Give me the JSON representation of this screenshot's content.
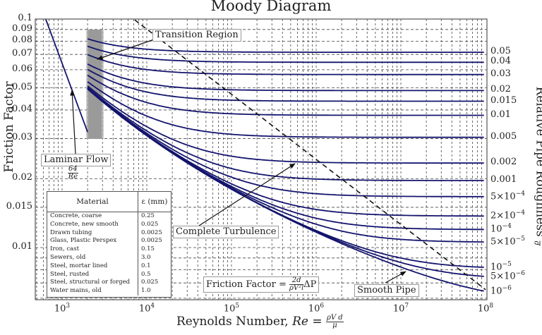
{
  "title": "Moody Diagram",
  "axes": {
    "xlabel_prefix": "Reynolds Number, ",
    "xlabel_re": "Re",
    "xlabel_eq": " = ",
    "xlabel_frac_num": "ρV d",
    "xlabel_frac_den": "μ",
    "ylabel": "Friction Factor",
    "y2label": "Relative Pipe Roughness",
    "y2label_frac_num": "ε",
    "y2label_frac_den": "d"
  },
  "yticks": [
    {
      "label": "0.1",
      "value": 0.1
    },
    {
      "label": "0.09",
      "value": 0.09
    },
    {
      "label": "0.08",
      "value": 0.08
    },
    {
      "label": "0.07",
      "value": 0.07
    },
    {
      "label": "0.06",
      "value": 0.06
    },
    {
      "label": "0.05",
      "value": 0.05
    },
    {
      "label": "0.04",
      "value": 0.04
    },
    {
      "label": "0.03",
      "value": 0.03
    },
    {
      "label": "0.02",
      "value": 0.02
    },
    {
      "label": "0.015",
      "value": 0.015
    },
    {
      "label": "0.01",
      "value": 0.01
    }
  ],
  "xticks": [
    {
      "base": "10",
      "exp": "3",
      "value": 1000
    },
    {
      "base": "10",
      "exp": "4",
      "value": 10000
    },
    {
      "base": "10",
      "exp": "5",
      "value": 100000
    },
    {
      "base": "10",
      "exp": "6",
      "value": 1000000
    },
    {
      "base": "10",
      "exp": "7",
      "value": 10000000
    },
    {
      "base": "10",
      "exp": "8",
      "value": 100000000
    }
  ],
  "roughness_labels": [
    {
      "label": "0.05",
      "value": 0.05
    },
    {
      "label": "0.04",
      "value": 0.04
    },
    {
      "label": "0.03",
      "value": 0.03
    },
    {
      "label": "0.02",
      "value": 0.02
    },
    {
      "label": "0.015",
      "value": 0.015
    },
    {
      "label": "0.01",
      "value": 0.01
    },
    {
      "label": "0.005",
      "value": 0.005
    },
    {
      "label": "0.002",
      "value": 0.002
    },
    {
      "label": "0.001",
      "value": 0.001
    },
    {
      "label": "5×10",
      "exp": "−4",
      "value": 0.0005
    },
    {
      "label": "2×10",
      "exp": "−4",
      "value": 0.0002
    },
    {
      "label": "10",
      "exp": "−4",
      "value": 0.0001
    },
    {
      "label": "5×10",
      "exp": "−5",
      "value": 5e-05
    },
    {
      "label": "10",
      "exp": "−5",
      "value": 1e-05
    },
    {
      "label": "5×10",
      "exp": "−6",
      "value": 5e-06
    },
    {
      "label": "10",
      "exp": "−6",
      "value": 1e-06
    }
  ],
  "annotations": {
    "transition_region": "Transition Region",
    "laminar_flow": "Laminar Flow",
    "laminar_num": "64",
    "laminar_den": "Re",
    "complete_turbulence": "Complete Turbulence",
    "smooth_pipe": "Smooth Pipe",
    "friction_formula_prefix": "Friction Factor = ",
    "friction_formula_num": "2d",
    "friction_formula_den": "ρV²l",
    "friction_formula_suffix": "ΔP"
  },
  "legend": {
    "header_material": "Material",
    "header_eps": "ε (mm)",
    "rows": [
      {
        "material": "Concrete, coarse",
        "eps": "0.25"
      },
      {
        "material": "Concrete, new smooth",
        "eps": "0.025"
      },
      {
        "material": "Drawn tubing",
        "eps": "0.0025"
      },
      {
        "material": "Glass, Plastic Perspex",
        "eps": "0.0025"
      },
      {
        "material": "Iron, cast",
        "eps": "0.15"
      },
      {
        "material": "Sewers, old",
        "eps": "3.0"
      },
      {
        "material": "Steel, mortar lined",
        "eps": "0.1"
      },
      {
        "material": "Steel, rusted",
        "eps": "0.5"
      },
      {
        "material": "Steel, structural or forged",
        "eps": "0.025"
      },
      {
        "material": "Water mains, old",
        "eps": "1.0"
      }
    ]
  },
  "colors": {
    "curve": "#14146e",
    "grid": "#333333",
    "band": "#9a9a9a"
  },
  "chart_data": {
    "type": "line",
    "title": "Moody Diagram",
    "xlabel": "Reynolds Number, Re = ρVd/μ",
    "ylabel": "Friction Factor",
    "y2label": "Relative Pipe Roughness ε/d",
    "xscale": "log",
    "yscale": "log",
    "xlim": [
      480,
      100000000
    ],
    "ylim": [
      0.0059,
      0.1
    ],
    "grid": true,
    "series": [
      {
        "name": "Laminar Flow 64/Re",
        "x": [
          640,
          2000
        ],
        "y": [
          0.1,
          0.032
        ]
      },
      {
        "name": "ε/d = 0.05",
        "x": [
          2000,
          10000,
          100000,
          100000000
        ],
        "y": [
          0.086,
          0.078,
          0.072,
          0.0716
        ]
      },
      {
        "name": "ε/d = 0.04",
        "x": [
          2000,
          10000,
          100000,
          100000000
        ],
        "y": [
          0.08,
          0.071,
          0.0655,
          0.065
        ]
      },
      {
        "name": "ε/d = 0.03",
        "x": [
          2000,
          10000,
          100000,
          100000000
        ],
        "y": [
          0.074,
          0.063,
          0.058,
          0.057
        ]
      },
      {
        "name": "ε/d = 0.02",
        "x": [
          2000,
          10000,
          100000,
          100000000
        ],
        "y": [
          0.066,
          0.055,
          0.0495,
          0.049
        ]
      },
      {
        "name": "ε/d = 0.015",
        "x": [
          2000,
          10000,
          100000,
          100000000
        ],
        "y": [
          0.062,
          0.05,
          0.0445,
          0.0438
        ]
      },
      {
        "name": "ε/d = 0.01",
        "x": [
          2000,
          10000,
          100000,
          100000000
        ],
        "y": [
          0.058,
          0.044,
          0.0385,
          0.038
        ]
      },
      {
        "name": "ε/d = 0.005",
        "x": [
          2000,
          10000,
          100000,
          100000000
        ],
        "y": [
          0.053,
          0.038,
          0.031,
          0.0304
        ]
      },
      {
        "name": "ε/d = 0.002",
        "x": [
          2000,
          10000,
          100000,
          100000000
        ],
        "y": [
          0.051,
          0.034,
          0.0245,
          0.0234
        ]
      },
      {
        "name": "ε/d = 0.001",
        "x": [
          2000,
          10000,
          100000,
          100000000
        ],
        "y": [
          0.05,
          0.032,
          0.022,
          0.0196
        ]
      },
      {
        "name": "ε/d = 5e-4",
        "x": [
          2000,
          10000,
          100000,
          100000000
        ],
        "y": [
          0.05,
          0.0315,
          0.0205,
          0.0167
        ]
      },
      {
        "name": "ε/d = 2e-4",
        "x": [
          2000,
          10000,
          100000,
          100000000
        ],
        "y": [
          0.05,
          0.031,
          0.019,
          0.0138
        ]
      },
      {
        "name": "ε/d = 1e-4",
        "x": [
          2000,
          10000,
          100000,
          100000000
        ],
        "y": [
          0.05,
          0.031,
          0.0185,
          0.012
        ]
      },
      {
        "name": "ε/d = 5e-5",
        "x": [
          2000,
          10000,
          100000,
          100000000
        ],
        "y": [
          0.05,
          0.031,
          0.0183,
          0.0106
        ]
      },
      {
        "name": "ε/d = 1e-5",
        "x": [
          2000,
          10000,
          100000,
          100000000
        ],
        "y": [
          0.05,
          0.031,
          0.018,
          0.0081
        ]
      },
      {
        "name": "ε/d = 5e-6",
        "x": [
          2000,
          10000,
          100000,
          100000000
        ],
        "y": [
          0.05,
          0.031,
          0.018,
          0.0073
        ]
      },
      {
        "name": "ε/d = 1e-6",
        "x": [
          2000,
          10000,
          100000,
          100000000
        ],
        "y": [
          0.05,
          0.031,
          0.018,
          0.0062
        ]
      },
      {
        "name": "Complete turbulence boundary (dashed)",
        "x": [
          7000,
          100000,
          1000000,
          100000000
        ],
        "y": [
          0.1,
          0.055,
          0.026,
          0.0118
        ]
      }
    ],
    "annotations": [
      "Transition Region",
      "Laminar Flow 64/Re",
      "Complete Turbulence",
      "Smooth Pipe",
      "Friction Factor = 2d/(ρV²l) ΔP"
    ],
    "table": {
      "columns": [
        "Material",
        "ε (mm)"
      ],
      "rows": [
        [
          "Concrete, coarse",
          "0.25"
        ],
        [
          "Concrete, new smooth",
          "0.025"
        ],
        [
          "Drawn tubing",
          "0.0025"
        ],
        [
          "Glass, Plastic Perspex",
          "0.0025"
        ],
        [
          "Iron, cast",
          "0.15"
        ],
        [
          "Sewers, old",
          "3.0"
        ],
        [
          "Steel, mortar lined",
          "0.1"
        ],
        [
          "Steel, rusted",
          "0.5"
        ],
        [
          "Steel, structural or forged",
          "0.025"
        ],
        [
          "Water mains, old",
          "1.0"
        ]
      ]
    }
  }
}
